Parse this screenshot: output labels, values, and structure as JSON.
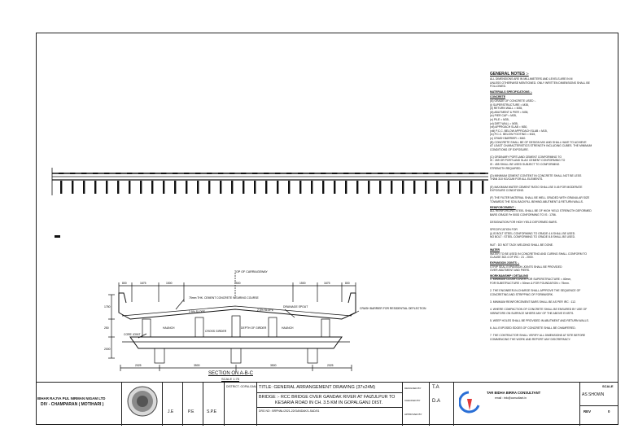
{
  "notes": {
    "title": "GENERAL NOTES :-",
    "intro": [
      "ALL DIMENSIONS ARE IN MILLIMETERS AND LEVELS ARE IN M",
      "UNLESS OTHERWISE MENTIONED. ONLY WRITTEN DIMENSIONS SHALL BE",
      "FOLLOWED."
    ],
    "materials_title": "MATERIALS SPECIFICATIONS :-",
    "concrete_title": "CONCRETE",
    "concrete_lines": [
      "(A) GRADE OF CONCRETE USED :-",
      "(i) SUPERSTRUCTURE = M35,",
      "(ii) RETURN WALL = M35,",
      "(iii) ABUTMENT & PIER = M35,",
      "(iv) PIER CAP = M35,",
      "(v) PILE = M35,",
      "(vi) DIRT WALL = M35,",
      "(vii) APPROACH SLAB = M30,",
      "(viii) P.C.C. BELOW APPROACH SLAB = M15,",
      "(ix) P.C.C. BELOW FOOTING = M15,",
      "(x) CRASH BARRIER = M40."
    ],
    "cement_lines": [
      "(B) CONCRETE SHALL BE OF DESIGN MIX AND SHALL HAVE TO ACHIEVE",
      "AT LEAST CHARACTERISTICS STRENGTH INCLUDING CUBES. THE MINIMUM",
      "CONDITIONS OF EXPOSURE.",
      "",
      "(C) ORDINARY PORTLAND CEMENT CONFORMING TO",
      "IS : 269 OR PORTLAND SLAG CEMENT CONFORMING TO",
      "IS : 455 SHALL BE USED SUBJECT TO CONFORMING",
      "STRENGTH REQUIRED.",
      "",
      "(D) MINIMUM CEMENT CONTENT IN CONCRETE SHALL NOT BE LESS",
      "THAN 310 KG/CUM FOR ALL ELEMENTS.",
      "",
      "(E) MAXIMUM WATER CEMENT RATIO SHALL BE 0.45 FOR MODERATE",
      "EXPOSURE CONDITIONS.",
      "",
      "(F) THE FILTER MATERIAL SHALL BE WELL GRADED WITH GRANULAR SIZE",
      "TOWARDS THE SOIL BACKFILL BEHIND ABUTMENT & RETURN WALLS."
    ],
    "reinforcement_title": "REINFORCEMENT :",
    "reinforcement_lines": [
      "ALL REINFORCING STEEL SHALL BE OF HIGH YIELD STRENGTH DEFORMED",
      "BARS GRADE Fe 500D CONFORMING TO IS : 1786.",
      "",
      "DESIGNATION FOR HIGH YIELD DEFORMED BARS.",
      "",
      "SPECIFICATION FOR",
      "(i) IS BOLT STEEL CONFORMING TO GRADE 4.6 SHALL BE USED.",
      "NO BOLT : STEEL CONFORMING TO GRADE 8.8 SHALL BE USED.",
      "",
      "NUT : DO NOT TACK WELDING SHALL BE DONE."
    ],
    "water_title": "WATER",
    "water_lines": [
      "WATER TO BE USED IN CONCRETING AND CURING SHALL CONFORM TO",
      "CLAUSE 302.4 OF IRC : 21 - 2000."
    ],
    "expansion_title": "EXPANSION JOINTS :-",
    "expansion_lines": [
      "STRIP SEAL EXPANSION JOINTS SHALL BE PROVIDED",
      "OVER ABUTMENT AND PIERS."
    ],
    "workmanship_title": "WORKMANSHIP / DETAILING",
    "workmanship_lines": [
      "1. MINIMUM CLEAR COVER FOR SUPERSTRUCTURE = 40mm,",
      "   FOR SUBSTRUCTURE = 50mm & FOR FOUNDATION = 75mm.",
      "",
      "2. THE ENGINEER-IN-CHARGE SHALL APPROVE THE SEQUENCE OF",
      "   CONCRETING AND STRIPPING OF FORMWORK.",
      "",
      "3. MINIMUM REINFORCEMENT BARS SHALL BE AS PER IRC : 112.",
      "",
      "4. WHERE COMPACTION OF CONCRETE SHALL BE ENSURED BY USE OF",
      "   VIBRATORS ON SURFACE WHERE ANY OF THE ABOVE EXISTS.",
      "",
      "5. WEEP HOLES SHALL BE PROVIDED IN ABUTMENT AND RETURN WALLS.",
      "",
      "6. ALL EXPOSED EDGES OF CONCRETE SHALL BE CHAMFERED.",
      "",
      "7. THE CONTRACTOR SHALL VERIFY ALL DIMENSIONS AT SITE BEFORE",
      "   COMMENCING THE WORK AND REPORT ANY DISCREPANCY."
    ]
  },
  "drawing": {
    "top_of_carriageway": "TOP OF CARRIAGEWAY",
    "dims_top": [
      "800",
      "1675",
      "1500",
      "7500",
      "1500",
      "1675",
      "800"
    ],
    "wearing_coat": "75mm THK. CEMENT CONCRETE\nWEARING COURSE",
    "slope_left": "2.5% SLOPE",
    "slope_right": "2.5% SLOPE",
    "drainage_spout": "DRAINAGE\nSPOUT",
    "crash_barrier": "CRASH BARRIER\nFOR\nRESIDENTIAL\nDEFLECTION",
    "haunch_left": "HAUNCH",
    "haunch_right": "HAUNCH",
    "depth_label": "DEPTH\nOF GIRDER",
    "cross_girder": "CROSS\nGIRDER",
    "core_joint": "CORE JOINT",
    "left_dims": [
      "1750",
      "250",
      "2000"
    ],
    "bottom_dims": [
      "2025",
      "3500",
      "3500",
      "2025"
    ],
    "section_title": "SECTION ON A-B-C",
    "scale": "SCALE 1:75"
  },
  "title_block": {
    "client_line1": "BIHAR RAJYA PUL NIRMAN NIGAM LTD",
    "client_line2": "DIV - CHAMPARAN ( MOTIHARI )",
    "sig1": "J.E",
    "sig2": "P.E",
    "sig3": "S.P.E",
    "district": "DISTRICT- GOPALGANJ",
    "title_text": "TITLE: GENERAL ARRANGEMENT DRAWING (37x24M)",
    "bridge_line1": "BRIDGE :- RCC BRIDGE OVER GANDAK RIVER AT FAIZULPUR TO",
    "bridge_line2": "KESARIA ROAD IN CH. 3.5 KM IN GOPALGANJ DIST.",
    "dwg_no": "DRG NO : BRPNNL/2021-22/GANDAK/1-SAD/01",
    "designed_by": "DESIGNED BY",
    "checked_by": "CHECKED BY",
    "approved_by": "APPROVED BY",
    "ta": "T.A",
    "da": "D.A",
    "consultant_line1": "TAR BIDHA BIRRA CONSULTANT",
    "consultant_line2": "email : info@consultant.in",
    "scale_label": "SCALE",
    "scale_value": "AS SHOWN",
    "rev_label": "REV",
    "rev_value": "0"
  }
}
